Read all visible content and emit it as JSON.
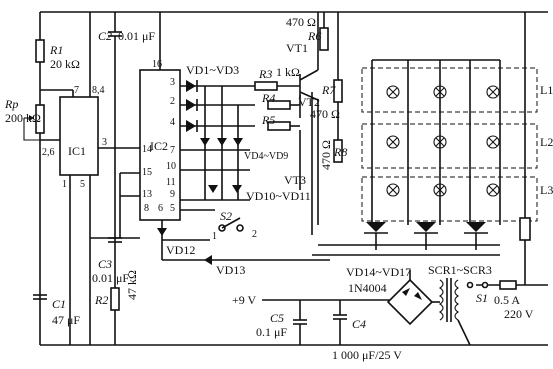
{
  "components": {
    "r1": {
      "label": "R1",
      "value": "20 kΩ"
    },
    "rp": {
      "label": "Rp",
      "value": "200 kΩ"
    },
    "ic1": {
      "label": "IC1",
      "pins": [
        "7",
        "8,4",
        "2,6",
        "3",
        "1",
        "5"
      ]
    },
    "c2": {
      "label": "C2",
      "value": "0.01 μF"
    },
    "ic2": {
      "label": "IC2",
      "pins": [
        "16",
        "3",
        "2",
        "4",
        "14",
        "15",
        "7",
        "10",
        "11",
        "13",
        "8",
        "6",
        "9",
        "5"
      ]
    },
    "c3": {
      "label": "C3",
      "value": "0.01 μF"
    },
    "c1": {
      "label": "C1",
      "value": "47 μF"
    },
    "r2": {
      "label": "R2",
      "value": "47 kΩ"
    },
    "vd1_3": {
      "label": "VD1~VD3"
    },
    "vd4_9": {
      "label": "VD4~VD9"
    },
    "vd10_11": {
      "label": "VD10~VD11"
    },
    "vd12": {
      "label": "VD12"
    },
    "vd13": {
      "label": "VD13"
    },
    "s2": {
      "label": "S2",
      "positions": [
        "1",
        "2"
      ]
    },
    "r3": {
      "label": "R3",
      "value": "1 kΩ"
    },
    "r4": {
      "label": "R4"
    },
    "r5": {
      "label": "R5"
    },
    "r6": {
      "label": "R6",
      "value": "470 Ω"
    },
    "r7": {
      "label": "R7",
      "value": "470 Ω"
    },
    "r8": {
      "label": "R8",
      "value": "470 Ω"
    },
    "vt1": {
      "label": "VT1"
    },
    "vt2": {
      "label": "VT2"
    },
    "vt3": {
      "label": "VT3"
    },
    "lamps": [
      "L1",
      "L2",
      "L3"
    ],
    "c5": {
      "label": "C5",
      "value": "0.1 μF"
    },
    "c4": {
      "label": "C4",
      "value": "1 000 μF/25 V"
    },
    "vd14_17": {
      "label": "VD14~VD17",
      "type": "1N4004"
    },
    "scr": {
      "label": "SCR1~SCR3"
    },
    "s1": {
      "label": "S1"
    },
    "fuse": {
      "value": "0.5 A"
    },
    "supply": {
      "plus9v": "+9 V",
      "mains": "220 V"
    }
  }
}
